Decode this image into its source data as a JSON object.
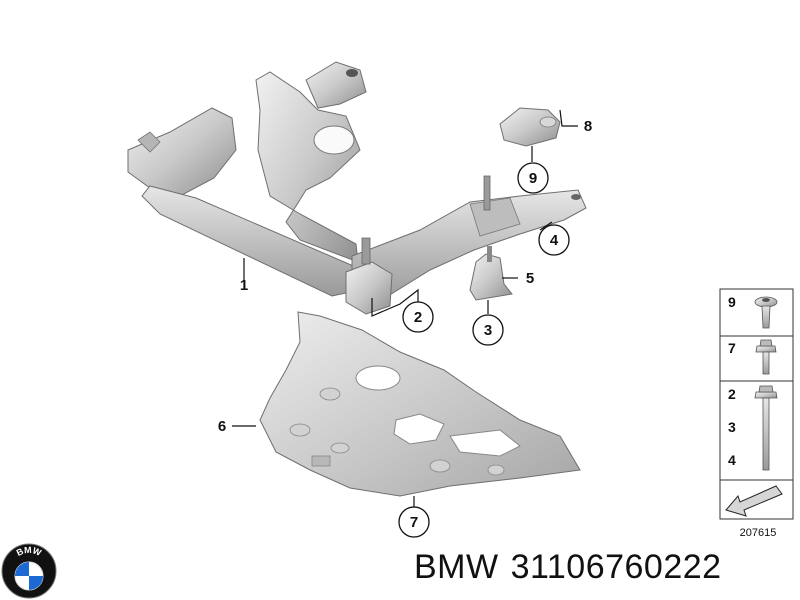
{
  "callouts": [
    {
      "label": "1"
    },
    {
      "label": "2"
    },
    {
      "label": "3"
    },
    {
      "label": "4"
    },
    {
      "label": "5"
    },
    {
      "label": "6"
    },
    {
      "label": "7"
    },
    {
      "label": "8"
    },
    {
      "label": "9"
    }
  ],
  "legend": {
    "rows": [
      {
        "labels": [
          "9"
        ],
        "icon": "torx-screw-icon"
      },
      {
        "labels": [
          "7"
        ],
        "icon": "hex-bolt-icon"
      },
      {
        "labels": [
          "2",
          "3",
          "4"
        ],
        "icon": "long-bolt-icon"
      }
    ],
    "ref_code": "207615",
    "arrow_icon": "direction-arrow-icon"
  },
  "brand": {
    "logo_text": "BMW",
    "logo_icon": "bmw-roundel-icon",
    "colors": {
      "blue": "#1c69d4",
      "ring": "#111111"
    }
  },
  "part": {
    "brand": "BMW",
    "number": "31106760222"
  }
}
